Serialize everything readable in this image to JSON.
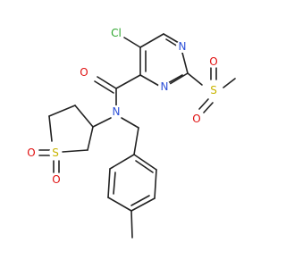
{
  "molecule": {
    "atoms": {
      "cl": {
        "symbol": "Cl",
        "color": "#2ea62e"
      },
      "n_top": {
        "symbol": "N",
        "color": "#2f52d8"
      },
      "n_mid": {
        "symbol": "N",
        "color": "#2f52d8"
      },
      "n_amide": {
        "symbol": "N",
        "color": "#2f52d8"
      },
      "o_amide": {
        "symbol": "O",
        "color": "#e01010"
      },
      "s_methylsulfonyl": {
        "symbol": "S",
        "color": "#c8b400"
      },
      "o_sulfonyl_top": {
        "symbol": "O",
        "color": "#e01010"
      },
      "o_sulfonyl_bottom": {
        "symbol": "O",
        "color": "#e01010"
      },
      "s_ring": {
        "symbol": "S",
        "color": "#c8b400"
      },
      "o_ring_left": {
        "symbol": "O",
        "color": "#e01010"
      },
      "o_ring_bottom": {
        "symbol": "O",
        "color": "#e01010"
      }
    }
  }
}
